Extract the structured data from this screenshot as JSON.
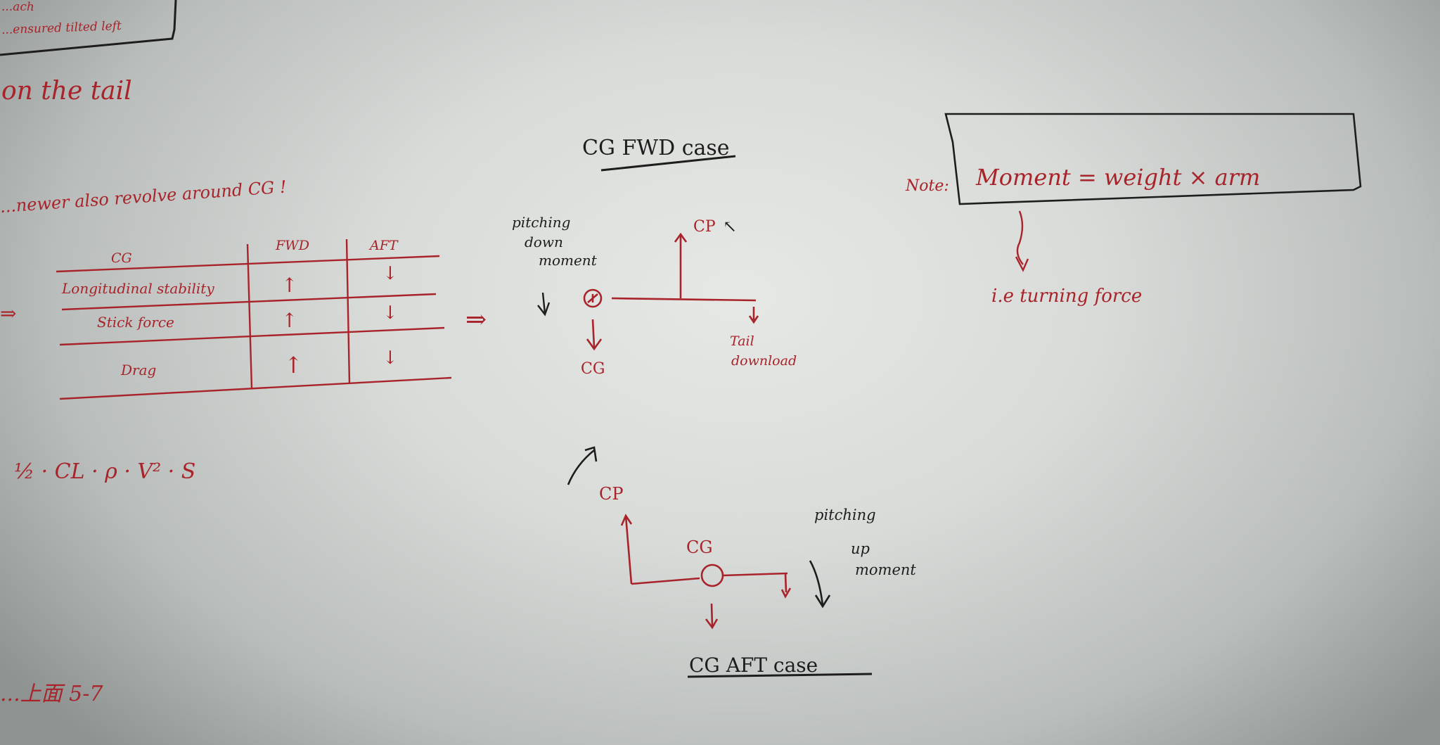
{
  "top_left_box": {
    "line1": "...ach",
    "line2": "...ensured  tilted  left"
  },
  "heading_tail": "on  the  tail",
  "revolve_note": "...newer  also  revolve  around  CG !",
  "left_arrow": "⇒",
  "cg_table": {
    "headers": [
      "CG",
      "FWD",
      "AFT"
    ],
    "rows": [
      {
        "label": "Longitudinal stability",
        "fwd": "↑",
        "aft": "↓"
      },
      {
        "label": "Stick force",
        "fwd": "↑",
        "aft": "↓"
      },
      {
        "label": "Drag",
        "fwd": "↑",
        "aft": "↓"
      }
    ]
  },
  "implies_arrow": "⇒",
  "formula": {
    "text": "½ · CL · ρ · V² · S"
  },
  "chinese_note": "...上面 5-7",
  "fwd_case": {
    "title": "CG FWD case",
    "moment_label": [
      "pitching",
      "down",
      "moment"
    ],
    "moment_arrow": "↓",
    "cp_label": "CP",
    "cp_shift": "↖",
    "cg_label": "CG",
    "tail_label": [
      "Tail",
      "download"
    ]
  },
  "aft_case": {
    "title": "CG AFT case",
    "cp_label": "CP",
    "cp_shift": "↗",
    "cg_label": "CG",
    "moment_label": [
      "pitching",
      "up",
      "moment"
    ],
    "moment_arrow": "↓"
  },
  "note": {
    "prefix": "Note:",
    "formula": "Moment = weight × arm",
    "arrow": "↓",
    "explanation": "i.e  turning force"
  },
  "colors": {
    "red_ink": "#a8232a",
    "black_ink": "#1d1d1d",
    "background": "#dcdedb"
  }
}
